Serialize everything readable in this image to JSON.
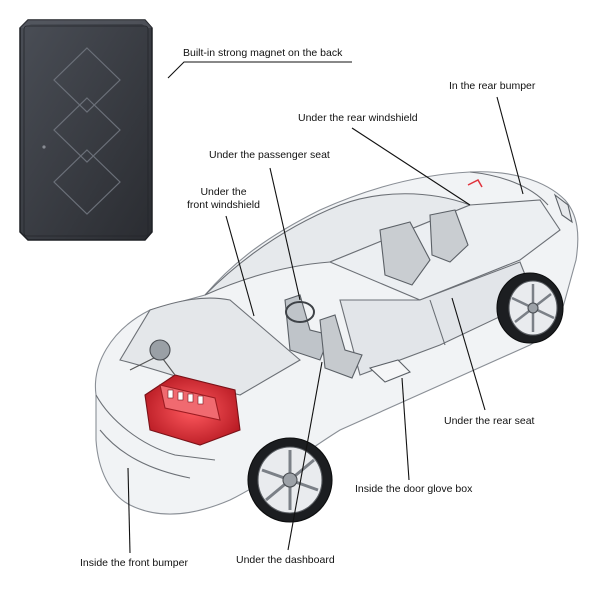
{
  "labels": {
    "magnet": "Built-in strong magnet on the back",
    "rear_bumper": "In the rear bumper",
    "rear_windshield": "Under the rear windshield",
    "passenger_seat": "Under the passenger seat",
    "front_windshield_line1": "Under the",
    "front_windshield_line2": "front windshield",
    "rear_seat": "Under the rear seat",
    "door_glove_box": "Inside the door glove box",
    "front_bumper": "Inside the front bumper",
    "dashboard": "Under the dashboard"
  },
  "colors": {
    "device_body": "#3a3d44",
    "device_edge": "#1e2025",
    "leader_line": "#111111",
    "car_outline": "#555a60",
    "engine_red": "#e0323c"
  },
  "icons": {
    "device": "gps-tracker-device",
    "car": "transparent-car-illustration"
  }
}
